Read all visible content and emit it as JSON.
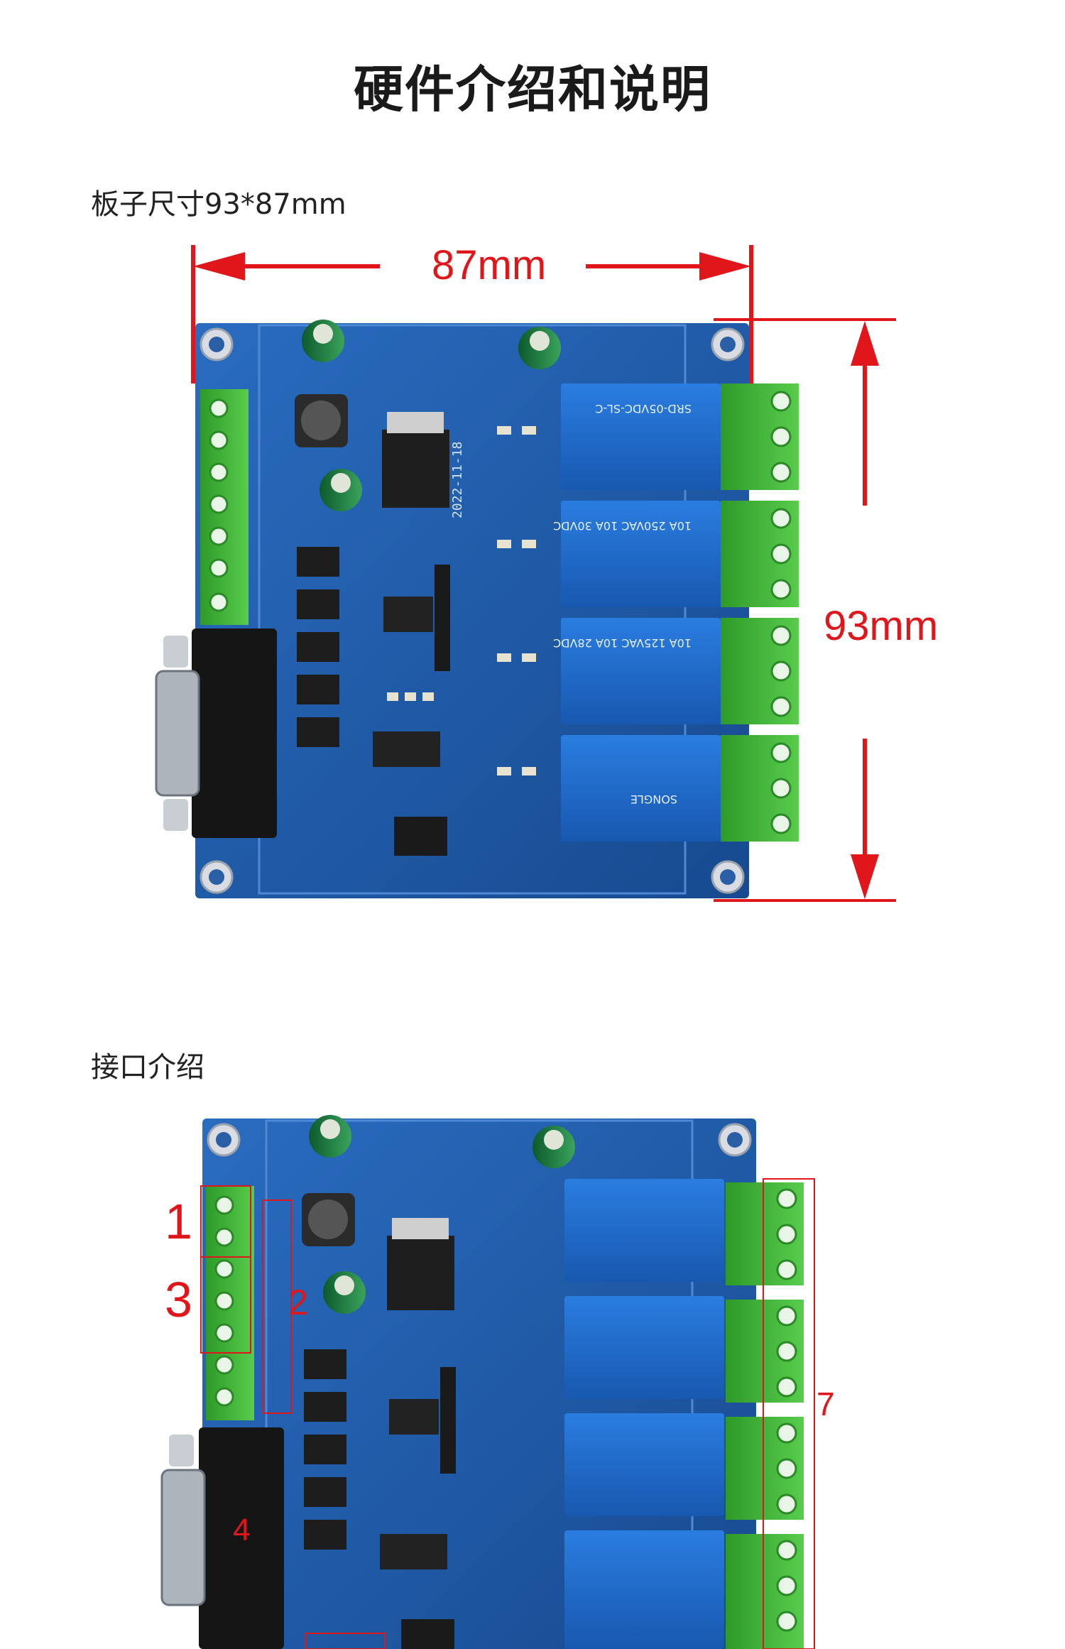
{
  "page": {
    "title": "硬件介绍和说明",
    "section1_label": "板子尺寸93*87mm",
    "section2_label": "接口介绍"
  },
  "dimensions": {
    "width_label": "87mm",
    "height_label": "93mm"
  },
  "board_text": {
    "date_code": "2022-11-18",
    "relay_model": "SRD-05VDC-SL-C",
    "relay_rating_1": "10A 250VAC 10A 30VDC",
    "relay_rating_2": "10A 125VAC 10A 28VDC",
    "relay_brand": "SONGLE"
  },
  "callouts": [
    "1",
    "2",
    "3",
    "4",
    "7"
  ],
  "colors": {
    "accent_red": "#e0161b",
    "pcb_blue": "#1f5aa8",
    "terminal_green": "#3fb53a",
    "relay_blue": "#1d66c9"
  }
}
